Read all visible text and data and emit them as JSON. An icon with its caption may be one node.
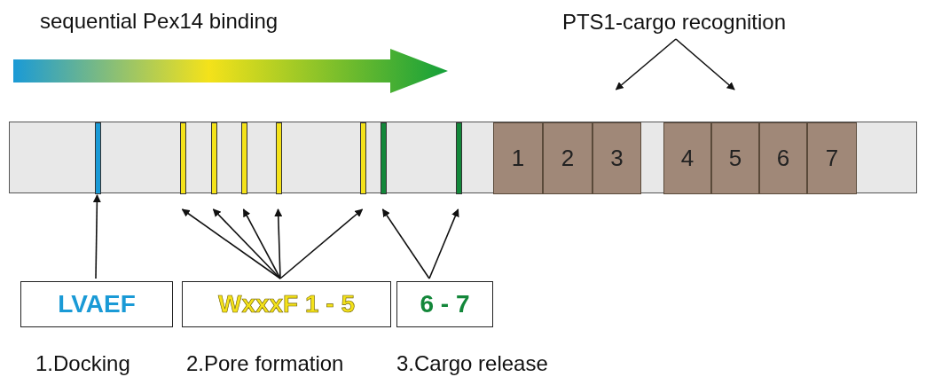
{
  "diagram": {
    "nodes": [
      {
        "text": [],
        "shape": "bar"
      },
      {
        "text": [],
        "shape": "bar",
        "in": 0
      },
      {
        "text": [],
        "shape": "bar",
        "in": 0
      },
      {
        "text": [],
        "shape": "bar",
        "in": 0
      },
      {
        "text": [],
        "shape": "bar",
        "in": 0
      },
      {
        "text": [],
        "shape": "bar",
        "in": 0
      },
      {
        "text": [],
        "shape": "bar",
        "in": 0
      },
      {
        "text": [],
        "shape": "bar",
        "in": 0
      },
      {
        "text": [],
        "shape": "bar",
        "in": 0
      },
      {
        "text": [
          "1"
        ],
        "in": 0
      },
      {
        "text": [
          "2"
        ],
        "in": 0
      },
      {
        "text": [
          "3"
        ],
        "in": 0
      },
      {
        "text": [
          "4"
        ],
        "in": 0
      },
      {
        "text": [
          "5"
        ],
        "in": 0
      },
      {
        "text": [
          "6"
        ],
        "in": 0
      },
      {
        "text": [
          "7"
        ],
        "in": 0
      },
      {
        "text": [
          "LVAEF"
        ]
      },
      {
        "text": [
          "WxxxF 1 - 5"
        ]
      },
      {
        "text": [
          "6 - 7"
        ]
      },
      {
        "text": [
          "PTS1-cargo recognition"
        ]
      }
    ],
    "edges": [
      {
        "from": 16,
        "to": 1,
        "arrow": "to"
      },
      {
        "from": 17,
        "to": 2,
        "arrow": "to"
      },
      {
        "from": 17,
        "to": 3,
        "arrow": "to"
      },
      {
        "from": 17,
        "to": 4,
        "arrow": "to"
      },
      {
        "from": 17,
        "to": 5,
        "arrow": "to"
      },
      {
        "from": 17,
        "to": 6,
        "arrow": "to"
      },
      {
        "from": 18,
        "to": 7,
        "arrow": "to"
      },
      {
        "from": 18,
        "to": 8,
        "arrow": "to"
      },
      {
        "from": 19,
        "to": 11,
        "arrow": "to"
      },
      {
        "from": 19,
        "to": 13,
        "arrow": "to"
      }
    ],
    "labels": [
      "sequential Pex14 binding",
      "1.Docking",
      "2.Pore formation",
      "3.Cargo release"
    ]
  }
}
